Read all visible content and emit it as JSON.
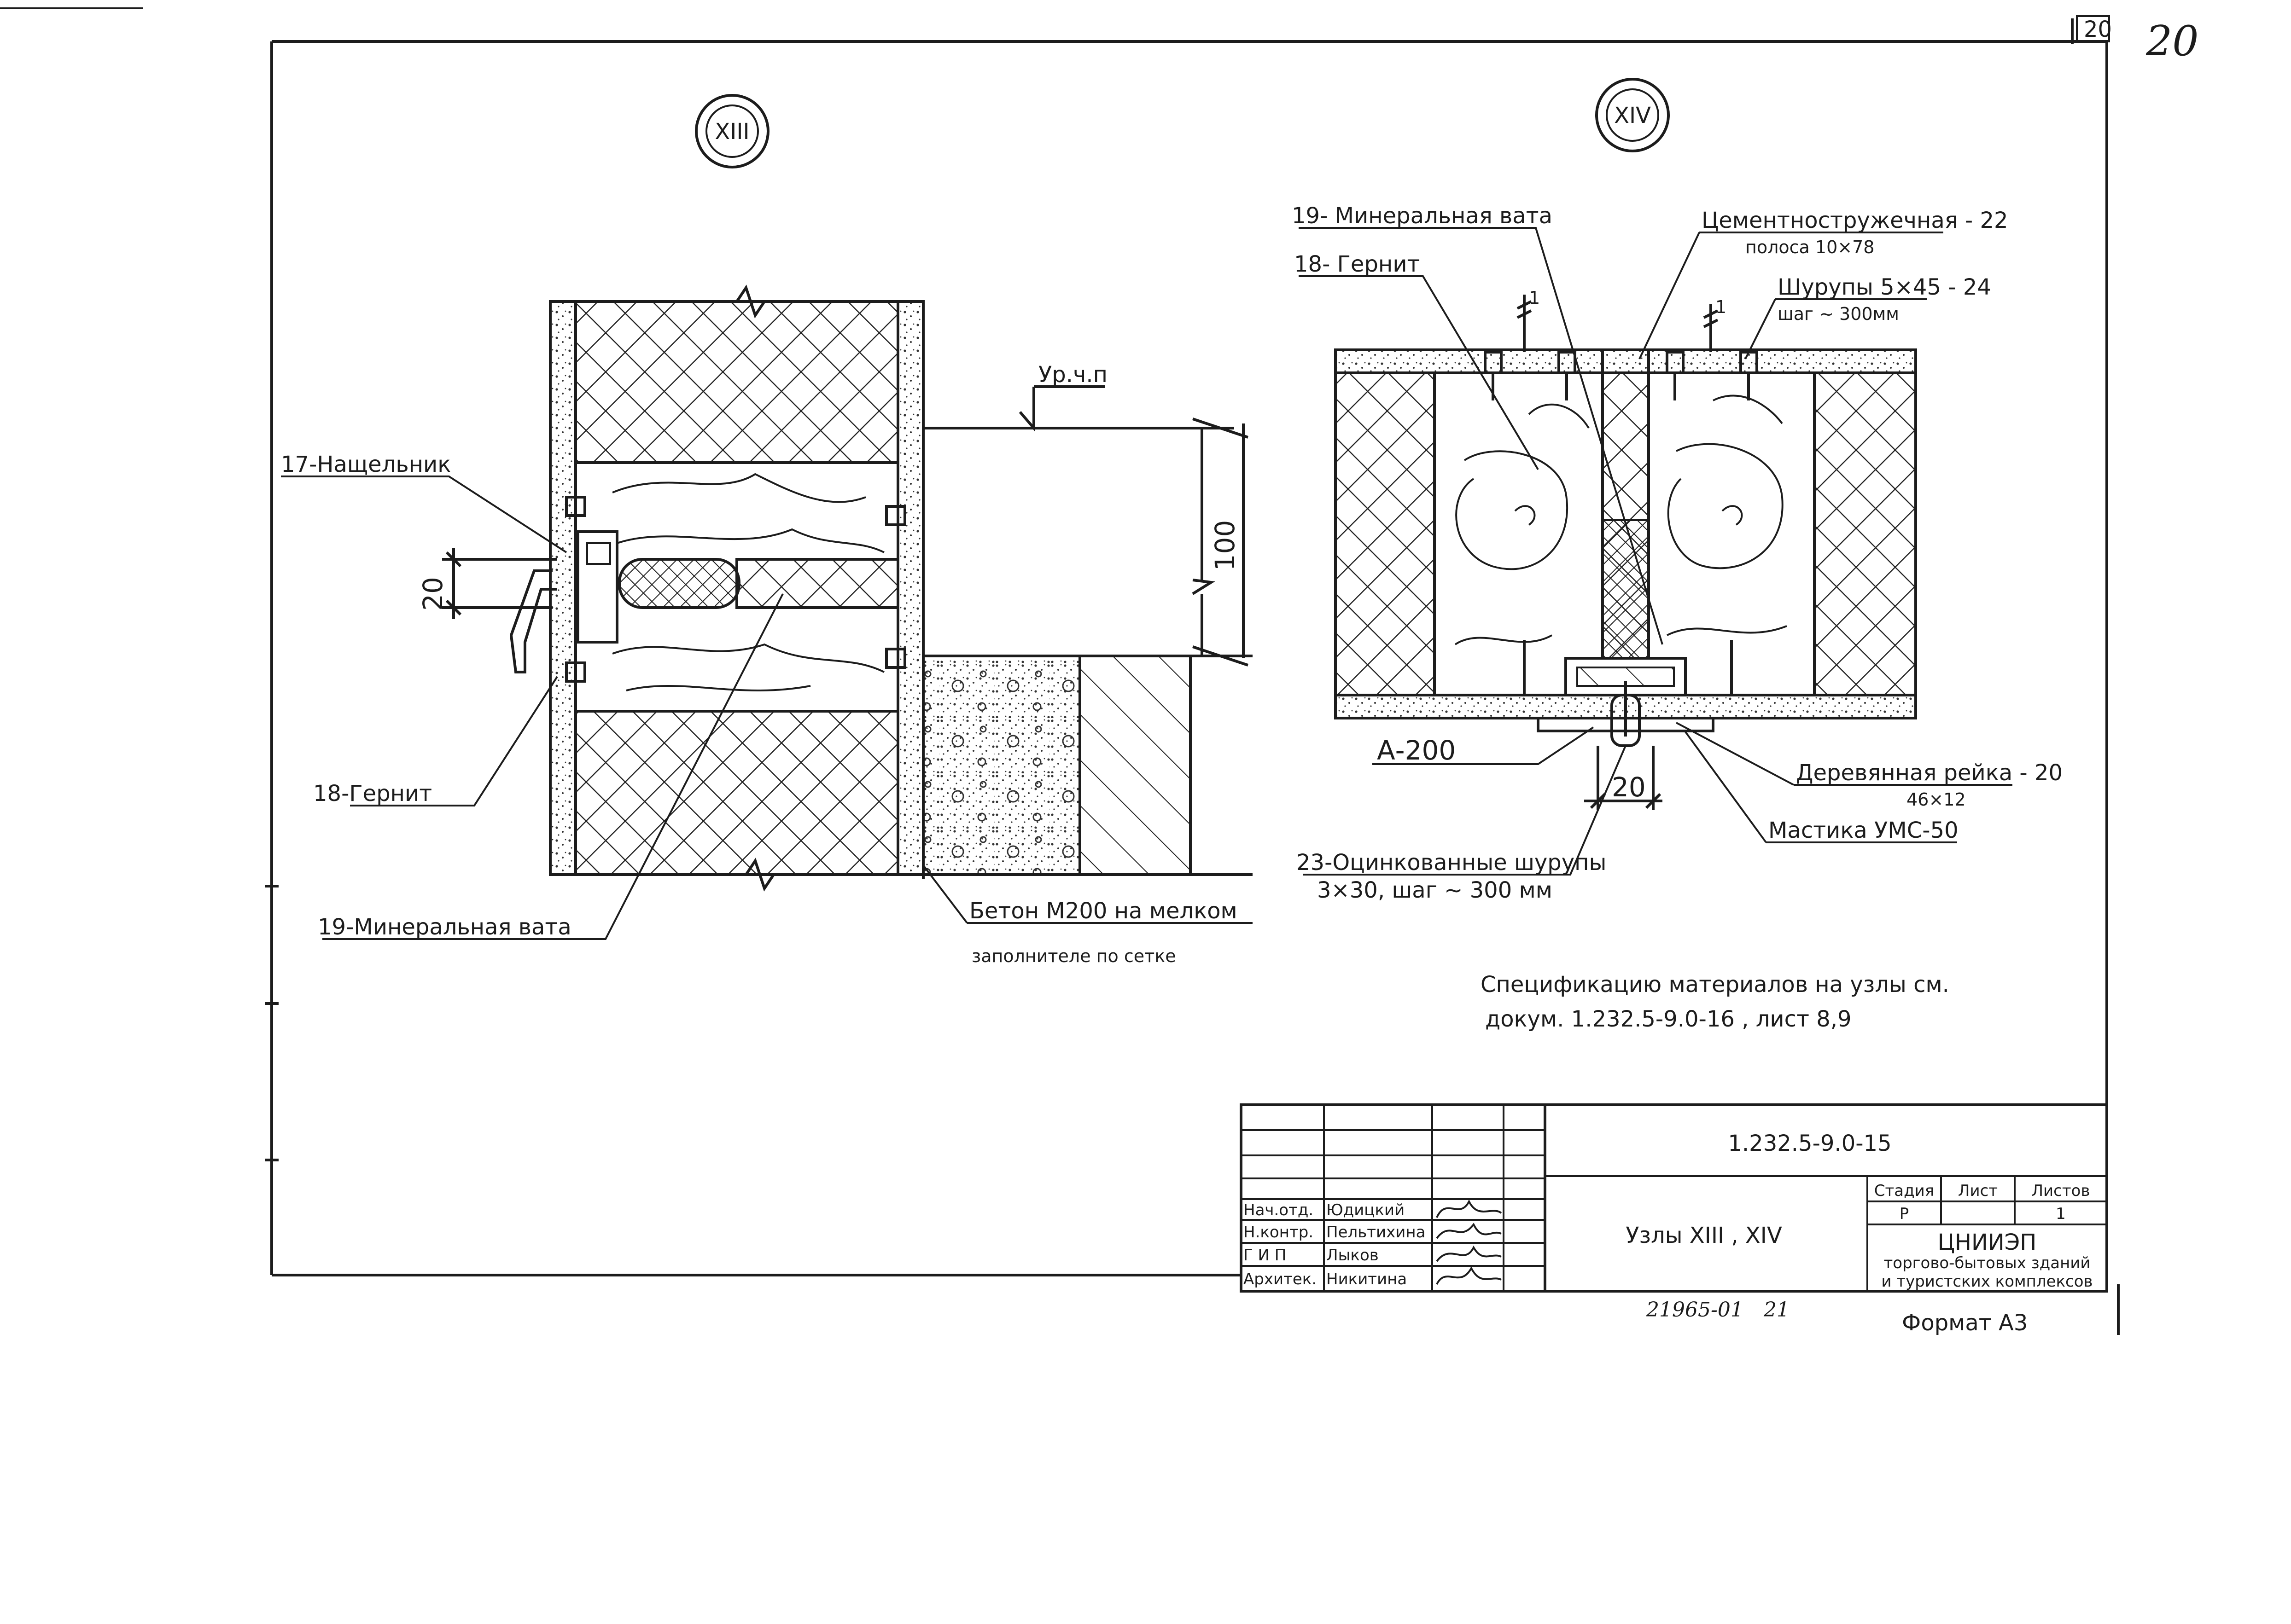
{
  "corner_marks": {
    "page_number_box": "20",
    "page_number_handwritten": "20"
  },
  "node_xiii": {
    "marker": "XIII",
    "labels": {
      "nashchelnik": "17-Нащельник",
      "gernit": "18-Гернит",
      "mineral_wool": "19-Минеральная вата",
      "concrete_line1": "Бетон М200 на мелком",
      "concrete_line2": "заполнителе по сетке",
      "level_mark": "Ур.ч.п"
    },
    "dimensions": {
      "left": "20",
      "right": "100"
    }
  },
  "node_xiv": {
    "marker": "XIV",
    "labels": {
      "mineral_wool": "19- Минеральная вата",
      "gernit": "18- Гернит",
      "cement_board_line1": "Цементностружечная - 22",
      "cement_board_line2": "полоса 10×78",
      "screws_line1": "Шурупы 5×45 - 24",
      "screws_line2": "шаг ~ 300мм",
      "a200": "А-200",
      "wood_strip_line1": "Деревянная рейка - 20",
      "wood_strip_line2": "46×12",
      "mastic": "Мастика УМС-50",
      "galv_screws_line1": "23-Оцинкованные шурупы",
      "galv_screws_line2": "3×30, шаг ~ 300 мм"
    },
    "dimensions": {
      "left_tick": "1",
      "right_tick": "1",
      "bottom": "20"
    }
  },
  "note": {
    "line1": "Спецификацию материалов на узлы см.",
    "line2": "докум. 1.232.5-9.0-16 , лист 8,9"
  },
  "title_block": {
    "doc_code": "1.232.5-9.0-15",
    "title": "Узлы XIII , XIV",
    "stage_header": "Стадия",
    "sheet_header": "Лист",
    "sheets_header": "Листов",
    "stage_value": "Р",
    "sheet_value": "",
    "sheets_value": "1",
    "org_name": "ЦНИИЭП",
    "org_sub1": "торгово-бытовых зданий",
    "org_sub2": "и туристских комплексов",
    "signatures": [
      {
        "role": "Нач.отд.",
        "name": "Юдицкий"
      },
      {
        "role": "Н.контр.",
        "name": "Пельтихина"
      },
      {
        "role": "Г И П",
        "name": "Лыков"
      },
      {
        "role": "Архитек.",
        "name": "Никитина"
      }
    ],
    "inventory": "21965-01",
    "inventory_sheet": "21",
    "format": "Формат А3"
  }
}
